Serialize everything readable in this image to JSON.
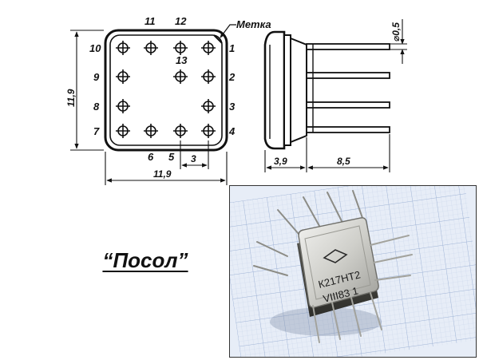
{
  "top_view": {
    "pin_labels": [
      "1",
      "2",
      "3",
      "4",
      "5",
      "6",
      "7",
      "8",
      "9",
      "10",
      "11",
      "12",
      "13"
    ],
    "marker_label": "Метка",
    "width_dim": "11,9",
    "height_dim": "11,9",
    "pitch_dim": "3"
  },
  "side_view": {
    "pin_diameter_dim": "⌀0,5",
    "body_dim": "3,9",
    "lead_dim": "8,5"
  },
  "caption": "“Посол”",
  "photo": {
    "marking_line1": "К217НТ2",
    "marking_line2": "VIII83 1"
  }
}
